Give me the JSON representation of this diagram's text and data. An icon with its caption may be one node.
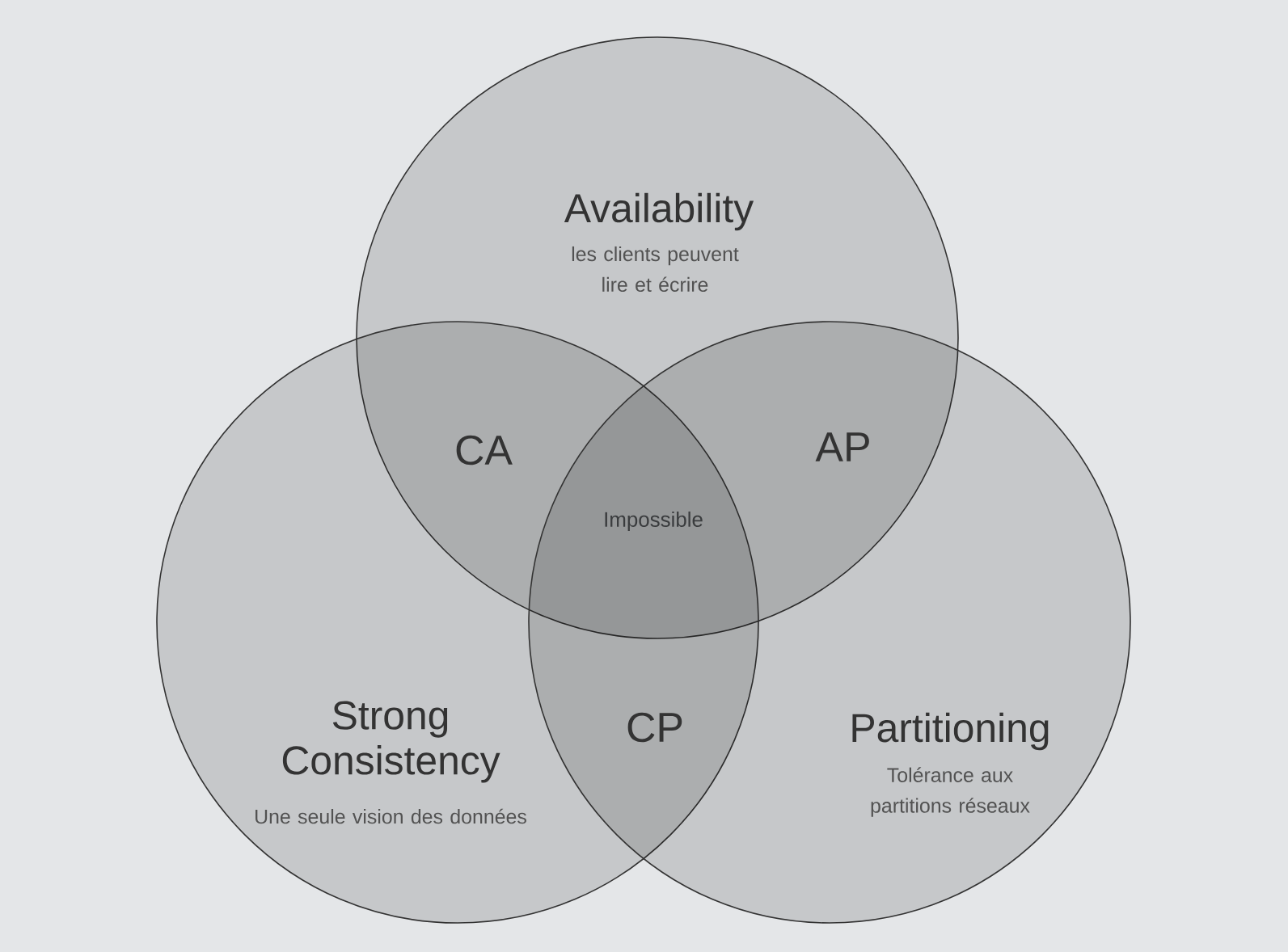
{
  "diagram": {
    "nodes": [
      {
        "text": [
          "Availability",
          "les clients peuvent lire et écrire"
        ]
      },
      {
        "text": [
          "Strong Consistency",
          "Une seule vision des données"
        ]
      },
      {
        "text": [
          "Partitioning",
          "Tolérance aux partitions réseaux"
        ]
      }
    ],
    "labels": [
      "CA",
      "AP",
      "Impossible",
      "CP"
    ]
  }
}
